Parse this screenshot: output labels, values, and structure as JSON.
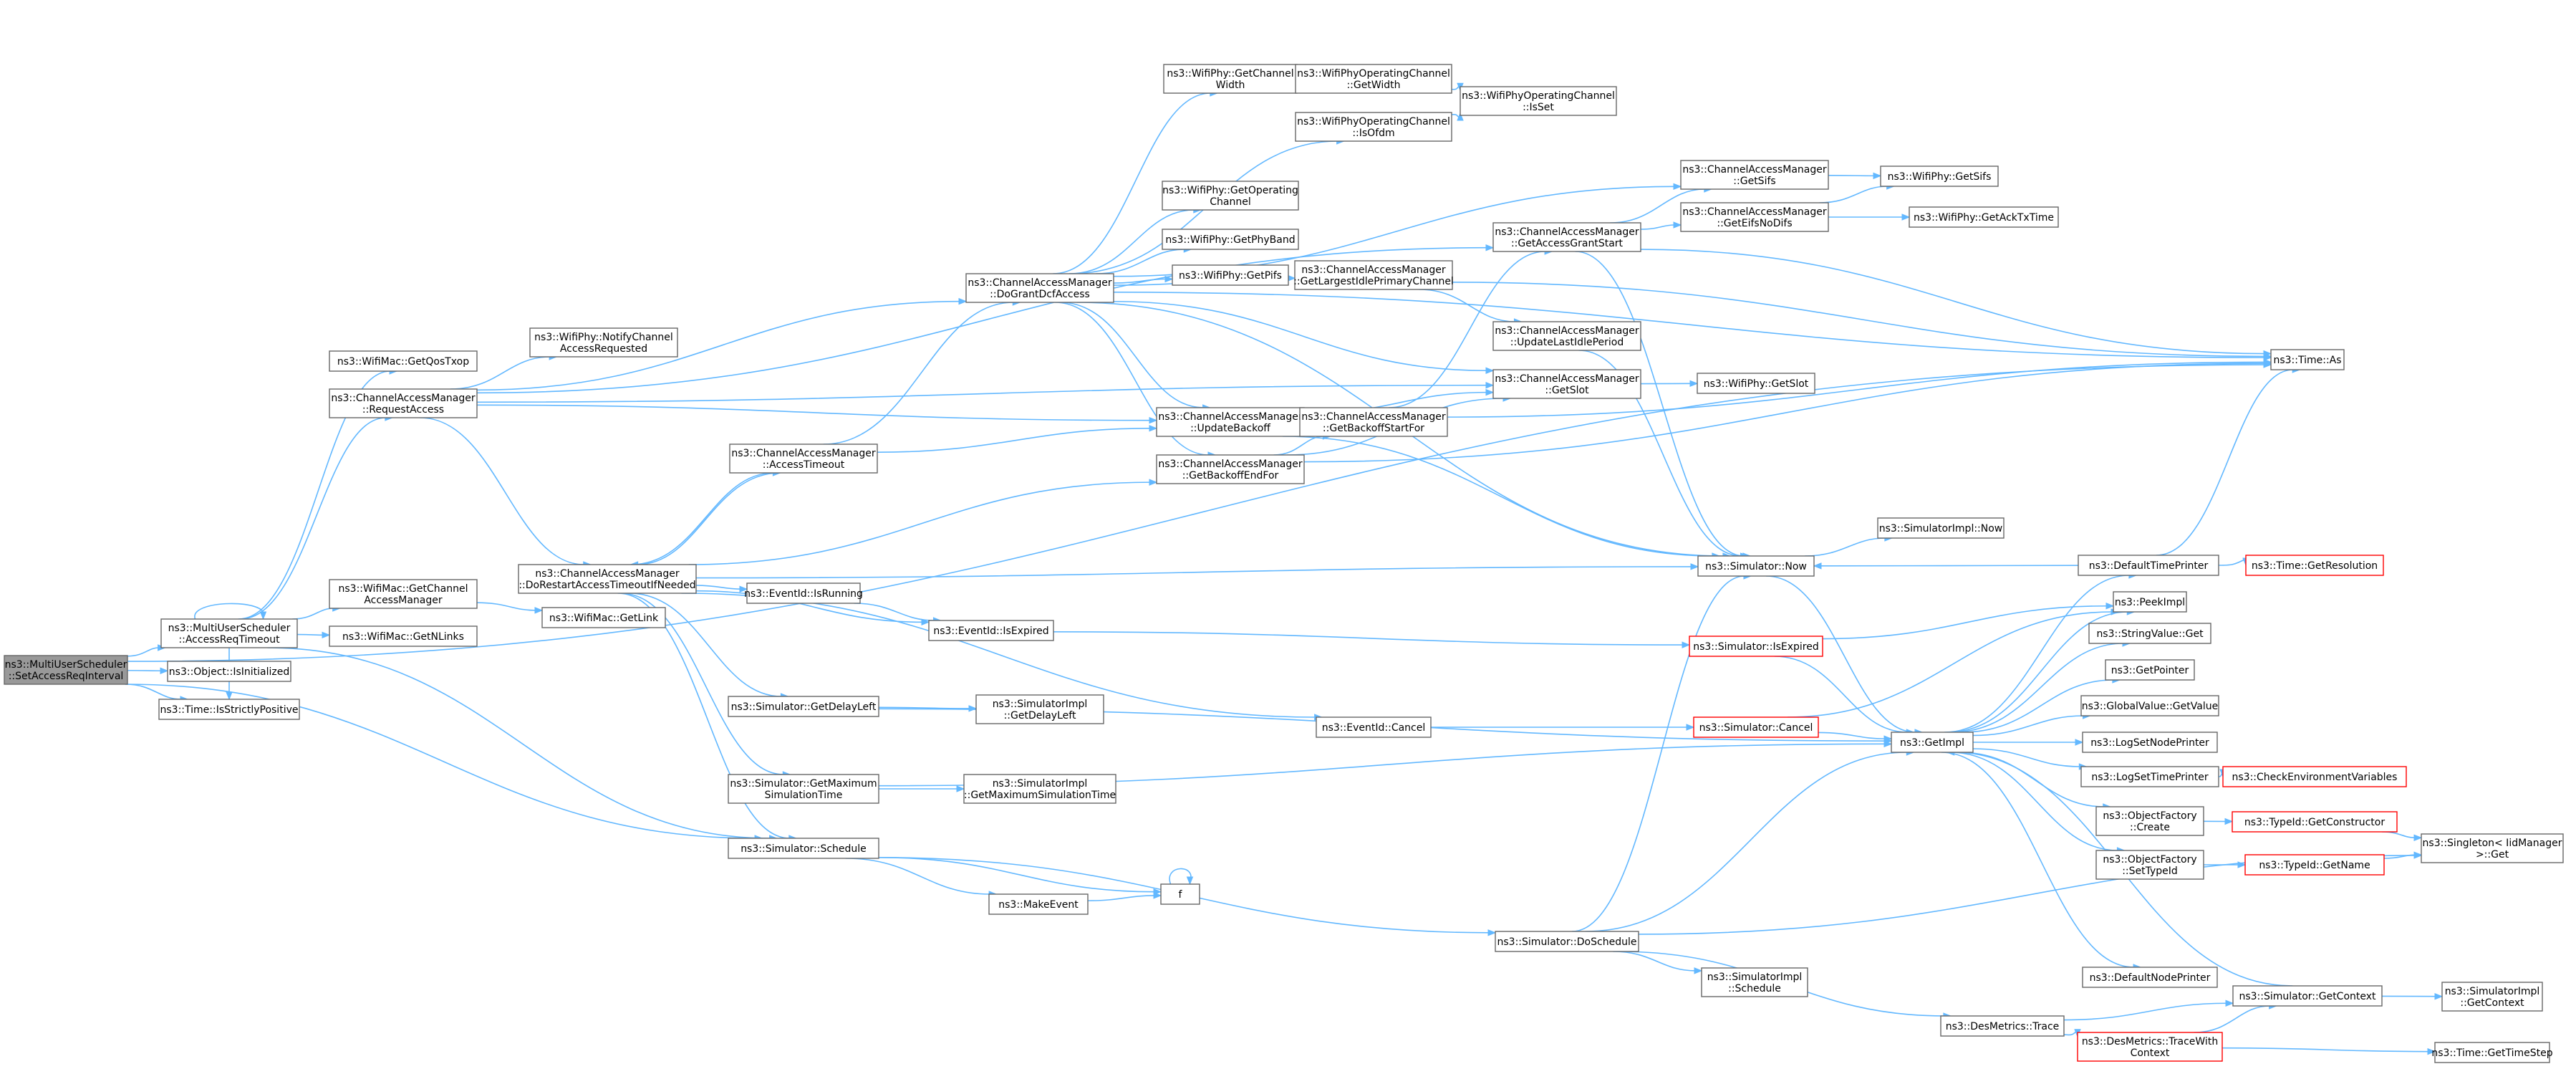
{
  "colors": {
    "edge": "#63b8ff",
    "border": "#666666",
    "truncated_border": "#ff0000",
    "root_fill": "#999999",
    "node_fill": "#ffffff"
  },
  "nodes": [
    {
      "id": "root",
      "lines": [
        "ns3::MultiUserScheduler",
        "::SetAccessReqInterval"
      ],
      "root": true
    },
    {
      "id": "murt",
      "lines": [
        "ns3::MultiUserScheduler",
        "::AccessReqTimeout"
      ]
    },
    {
      "id": "objinit",
      "lines": [
        "ns3::Object::IsInitialized"
      ]
    },
    {
      "id": "isstrict",
      "lines": [
        "ns3::Time::IsStrictlyPositive"
      ]
    },
    {
      "id": "qostxop",
      "lines": [
        "ns3::WifiMac::GetQosTxop"
      ]
    },
    {
      "id": "reqacc",
      "lines": [
        "ns3::ChannelAccessManager",
        "::RequestAccess"
      ]
    },
    {
      "id": "getcam",
      "lines": [
        "ns3::WifiMac::GetChannel",
        "AccessManager"
      ]
    },
    {
      "id": "getnlinks",
      "lines": [
        "ns3::WifiMac::GetNLinks"
      ]
    },
    {
      "id": "notify",
      "lines": [
        "ns3::WifiPhy::NotifyChannel",
        "AccessRequested"
      ]
    },
    {
      "id": "getlink",
      "lines": [
        "ns3::WifiMac::GetLink"
      ]
    },
    {
      "id": "dorestart",
      "lines": [
        "ns3::ChannelAccessManager",
        "::DoRestartAccessTimeoutIfNeeded"
      ]
    },
    {
      "id": "acctimeout",
      "lines": [
        "ns3::ChannelAccessManager",
        "::AccessTimeout"
      ]
    },
    {
      "id": "dogrant",
      "lines": [
        "ns3::ChannelAccessManager",
        "::DoGrantDcfAccess"
      ]
    },
    {
      "id": "isrunning",
      "lines": [
        "ns3::EventId::IsRunning"
      ]
    },
    {
      "id": "isexpired_e",
      "lines": [
        "ns3::EventId::IsExpired"
      ]
    },
    {
      "id": "getdelayleft",
      "lines": [
        "ns3::Simulator::GetDelayLeft"
      ]
    },
    {
      "id": "getmaxsim",
      "lines": [
        "ns3::Simulator::GetMaximum",
        "SimulationTime"
      ]
    },
    {
      "id": "schedule",
      "lines": [
        "ns3::Simulator::Schedule"
      ]
    },
    {
      "id": "makeevent",
      "lines": [
        "ns3::MakeEvent"
      ]
    },
    {
      "id": "f",
      "lines": [
        "f"
      ]
    },
    {
      "id": "impl_delayleft",
      "lines": [
        "ns3::SimulatorImpl",
        "::GetDelayLeft"
      ]
    },
    {
      "id": "impl_maxsim",
      "lines": [
        "ns3::SimulatorImpl",
        "::GetMaximumSimulationTime"
      ]
    },
    {
      "id": "getchwidth",
      "lines": [
        "ns3::WifiPhy::GetChannel",
        "Width"
      ]
    },
    {
      "id": "getopch",
      "lines": [
        "ns3::WifiPhy::GetOperating",
        "Channel"
      ]
    },
    {
      "id": "getphyband",
      "lines": [
        "ns3::WifiPhy::GetPhyBand"
      ]
    },
    {
      "id": "getpifs",
      "lines": [
        "ns3::WifiPhy::GetPifs"
      ]
    },
    {
      "id": "updbackoff",
      "lines": [
        "ns3::ChannelAccessManager",
        "::UpdateBackoff"
      ]
    },
    {
      "id": "backoffend",
      "lines": [
        "ns3::ChannelAccessManager",
        "::GetBackoffEndFor"
      ]
    },
    {
      "id": "eventcancel",
      "lines": [
        "ns3::EventId::Cancel"
      ]
    },
    {
      "id": "opch_width",
      "lines": [
        "ns3::WifiPhyOperatingChannel",
        "::GetWidth"
      ]
    },
    {
      "id": "opch_isofdm",
      "lines": [
        "ns3::WifiPhyOperatingChannel",
        "::IsOfdm"
      ]
    },
    {
      "id": "largestidle",
      "lines": [
        "ns3::ChannelAccessManager",
        "::GetLargestIdlePrimaryChannel"
      ]
    },
    {
      "id": "backoffstart",
      "lines": [
        "ns3::ChannelAccessManager",
        "::GetBackoffStartFor"
      ]
    },
    {
      "id": "opch_isset",
      "lines": [
        "ns3::WifiPhyOperatingChannel",
        "::IsSet"
      ]
    },
    {
      "id": "getaccgrant",
      "lines": [
        "ns3::ChannelAccessManager",
        "::GetAccessGrantStart"
      ]
    },
    {
      "id": "updlastidle",
      "lines": [
        "ns3::ChannelAccessManager",
        "::UpdateLastIdlePeriod"
      ]
    },
    {
      "id": "cam_getslot",
      "lines": [
        "ns3::ChannelAccessManager",
        "::GetSlot"
      ]
    },
    {
      "id": "simnow",
      "lines": [
        "ns3::Simulator::Now"
      ]
    },
    {
      "id": "sim_isexpired",
      "lines": [
        "ns3::Simulator::IsExpired"
      ],
      "trunc": true
    },
    {
      "id": "sim_cancel",
      "lines": [
        "ns3::Simulator::Cancel"
      ],
      "trunc": true
    },
    {
      "id": "getimpl",
      "lines": [
        "ns3::GetImpl"
      ]
    },
    {
      "id": "doschedule",
      "lines": [
        "ns3::Simulator::DoSchedule"
      ]
    },
    {
      "id": "impl_schedule",
      "lines": [
        "ns3::SimulatorImpl",
        "::Schedule"
      ]
    },
    {
      "id": "desmetrics",
      "lines": [
        "ns3::DesMetrics::Trace"
      ]
    },
    {
      "id": "cam_getsifs",
      "lines": [
        "ns3::ChannelAccessManager",
        "::GetSifs"
      ]
    },
    {
      "id": "cam_geteifs",
      "lines": [
        "ns3::ChannelAccessManager",
        "::GetEifsNoDifs"
      ]
    },
    {
      "id": "implnow",
      "lines": [
        "ns3::SimulatorImpl::Now"
      ]
    },
    {
      "id": "phy_sifs",
      "lines": [
        "ns3::WifiPhy::GetSifs"
      ]
    },
    {
      "id": "phy_acktx",
      "lines": [
        "ns3::WifiPhy::GetAckTxTime"
      ]
    },
    {
      "id": "phy_slot",
      "lines": [
        "ns3::WifiPhy::GetSlot"
      ]
    },
    {
      "id": "deftimeprinter",
      "lines": [
        "ns3::DefaultTimePrinter"
      ]
    },
    {
      "id": "peekimpl",
      "lines": [
        "ns3::PeekImpl"
      ]
    },
    {
      "id": "strvalget",
      "lines": [
        "ns3::StringValue::Get"
      ]
    },
    {
      "id": "getpointer",
      "lines": [
        "ns3::GetPointer"
      ]
    },
    {
      "id": "globalval",
      "lines": [
        "ns3::GlobalValue::GetValue"
      ]
    },
    {
      "id": "logsetnode",
      "lines": [
        "ns3::LogSetNodePrinter"
      ]
    },
    {
      "id": "logsettime",
      "lines": [
        "ns3::LogSetTimePrinter"
      ]
    },
    {
      "id": "objfcreate",
      "lines": [
        "ns3::ObjectFactory",
        "::Create"
      ]
    },
    {
      "id": "objfsettype",
      "lines": [
        "ns3::ObjectFactory",
        "::SetTypeId"
      ]
    },
    {
      "id": "defnodeprinter",
      "lines": [
        "ns3::DefaultNodePrinter"
      ]
    },
    {
      "id": "simgetctx",
      "lines": [
        "ns3::Simulator::GetContext"
      ]
    },
    {
      "id": "tracewith",
      "lines": [
        "ns3::DesMetrics::TraceWith",
        "Context"
      ],
      "trunc": true
    },
    {
      "id": "timeas",
      "lines": [
        "ns3::Time::As"
      ]
    },
    {
      "id": "getresolution",
      "lines": [
        "ns3::Time::GetResolution"
      ],
      "trunc": true
    },
    {
      "id": "checkenv",
      "lines": [
        "ns3::CheckEnvironmentVariables"
      ],
      "trunc": true
    },
    {
      "id": "typeid_getctor",
      "lines": [
        "ns3::TypeId::GetConstructor"
      ],
      "trunc": true
    },
    {
      "id": "typeid_getname",
      "lines": [
        "ns3::TypeId::GetName"
      ],
      "trunc": true
    },
    {
      "id": "singleton",
      "lines": [
        "ns3::Singleton< IidManager",
        ">::Get"
      ]
    },
    {
      "id": "implgetctx",
      "lines": [
        "ns3::SimulatorImpl",
        "::GetContext"
      ]
    },
    {
      "id": "gettimestep",
      "lines": [
        "ns3::Time::GetTimeStep"
      ]
    }
  ],
  "edges": [
    [
      "root",
      "murt"
    ],
    [
      "root",
      "objinit"
    ],
    [
      "root",
      "isstrict"
    ],
    [
      "root",
      "schedule"
    ],
    [
      "root",
      "timeas"
    ],
    [
      "murt",
      "murt"
    ],
    [
      "murt",
      "qostxop"
    ],
    [
      "murt",
      "reqacc"
    ],
    [
      "murt",
      "getcam"
    ],
    [
      "murt",
      "getnlinks"
    ],
    [
      "murt",
      "isstrict"
    ],
    [
      "murt",
      "schedule"
    ],
    [
      "getcam",
      "getlink"
    ],
    [
      "reqacc",
      "notify"
    ],
    [
      "reqacc",
      "getaccgrant"
    ],
    [
      "reqacc",
      "dogrant"
    ],
    [
      "reqacc",
      "dorestart"
    ],
    [
      "reqacc",
      "updbackoff"
    ],
    [
      "reqacc",
      "cam_getslot"
    ],
    [
      "dorestart",
      "acctimeout"
    ],
    [
      "dorestart",
      "isrunning"
    ],
    [
      "dorestart",
      "isexpired_e"
    ],
    [
      "dorestart",
      "getdelayleft"
    ],
    [
      "dorestart",
      "getmaxsim"
    ],
    [
      "dorestart",
      "schedule"
    ],
    [
      "dorestart",
      "eventcancel"
    ],
    [
      "dorestart",
      "simnow"
    ],
    [
      "dorestart",
      "backoffend"
    ],
    [
      "acctimeout",
      "dorestart"
    ],
    [
      "acctimeout",
      "dogrant"
    ],
    [
      "acctimeout",
      "updbackoff"
    ],
    [
      "dogrant",
      "getchwidth"
    ],
    [
      "dogrant",
      "opch_isofdm"
    ],
    [
      "dogrant",
      "getopch"
    ],
    [
      "dogrant",
      "getphyband"
    ],
    [
      "dogrant",
      "getpifs"
    ],
    [
      "dogrant",
      "largestidle"
    ],
    [
      "dogrant",
      "cam_getsifs"
    ],
    [
      "dogrant",
      "updbackoff"
    ],
    [
      "dogrant",
      "backoffend"
    ],
    [
      "dogrant",
      "cam_getslot"
    ],
    [
      "dogrant",
      "simnow"
    ],
    [
      "dogrant",
      "timeas"
    ],
    [
      "getchwidth",
      "opch_width"
    ],
    [
      "opch_width",
      "opch_isset"
    ],
    [
      "opch_isofdm",
      "opch_isset"
    ],
    [
      "largestidle",
      "updlastidle"
    ],
    [
      "largestidle",
      "timeas"
    ],
    [
      "updlastidle",
      "simnow"
    ],
    [
      "updbackoff",
      "backoffstart"
    ],
    [
      "updbackoff",
      "cam_getslot"
    ],
    [
      "updbackoff",
      "simnow"
    ],
    [
      "backoffend",
      "backoffstart"
    ],
    [
      "backoffend",
      "cam_getslot"
    ],
    [
      "backoffend",
      "timeas"
    ],
    [
      "backoffstart",
      "getaccgrant"
    ],
    [
      "backoffstart",
      "timeas"
    ],
    [
      "getaccgrant",
      "cam_getsifs"
    ],
    [
      "getaccgrant",
      "cam_geteifs"
    ],
    [
      "getaccgrant",
      "simnow"
    ],
    [
      "getaccgrant",
      "timeas"
    ],
    [
      "cam_getsifs",
      "phy_sifs"
    ],
    [
      "cam_geteifs",
      "phy_sifs"
    ],
    [
      "cam_geteifs",
      "phy_acktx"
    ],
    [
      "cam_getslot",
      "phy_slot"
    ],
    [
      "isrunning",
      "isexpired_e"
    ],
    [
      "isexpired_e",
      "sim_isexpired"
    ],
    [
      "getdelayleft",
      "impl_delayleft"
    ],
    [
      "getdelayleft",
      "getimpl"
    ],
    [
      "getmaxsim",
      "impl_maxsim"
    ],
    [
      "getmaxsim",
      "getimpl"
    ],
    [
      "schedule",
      "makeevent"
    ],
    [
      "schedule",
      "f"
    ],
    [
      "schedule",
      "doschedule"
    ],
    [
      "makeevent",
      "f"
    ],
    [
      "f",
      "f"
    ],
    [
      "eventcancel",
      "sim_cancel"
    ],
    [
      "sim_isexpired",
      "peekimpl"
    ],
    [
      "sim_isexpired",
      "getimpl"
    ],
    [
      "sim_cancel",
      "peekimpl"
    ],
    [
      "sim_cancel",
      "getimpl"
    ],
    [
      "simnow",
      "implnow"
    ],
    [
      "simnow",
      "getimpl"
    ],
    [
      "doschedule",
      "simnow"
    ],
    [
      "doschedule",
      "getimpl"
    ],
    [
      "doschedule",
      "impl_schedule"
    ],
    [
      "doschedule",
      "desmetrics"
    ],
    [
      "doschedule",
      "singleton"
    ],
    [
      "desmetrics",
      "simgetctx"
    ],
    [
      "desmetrics",
      "tracewith"
    ],
    [
      "tracewith",
      "simgetctx"
    ],
    [
      "tracewith",
      "gettimestep"
    ],
    [
      "getimpl",
      "peekimpl"
    ],
    [
      "getimpl",
      "strvalget"
    ],
    [
      "getimpl",
      "getpointer"
    ],
    [
      "getimpl",
      "globalval"
    ],
    [
      "getimpl",
      "logsetnode"
    ],
    [
      "getimpl",
      "logsettime"
    ],
    [
      "getimpl",
      "objfcreate"
    ],
    [
      "getimpl",
      "objfsettype"
    ],
    [
      "getimpl",
      "deftimeprinter"
    ],
    [
      "getimpl",
      "defnodeprinter"
    ],
    [
      "deftimeprinter",
      "simnow"
    ],
    [
      "deftimeprinter",
      "timeas"
    ],
    [
      "deftimeprinter",
      "getresolution"
    ],
    [
      "logsettime",
      "checkenv"
    ],
    [
      "objfcreate",
      "typeid_getctor"
    ],
    [
      "objfsettype",
      "typeid_getname"
    ],
    [
      "typeid_getctor",
      "singleton"
    ],
    [
      "typeid_getname",
      "singleton"
    ],
    [
      "simgetctx",
      "implgetctx"
    ],
    [
      "simgetctx",
      "getimpl"
    ]
  ]
}
